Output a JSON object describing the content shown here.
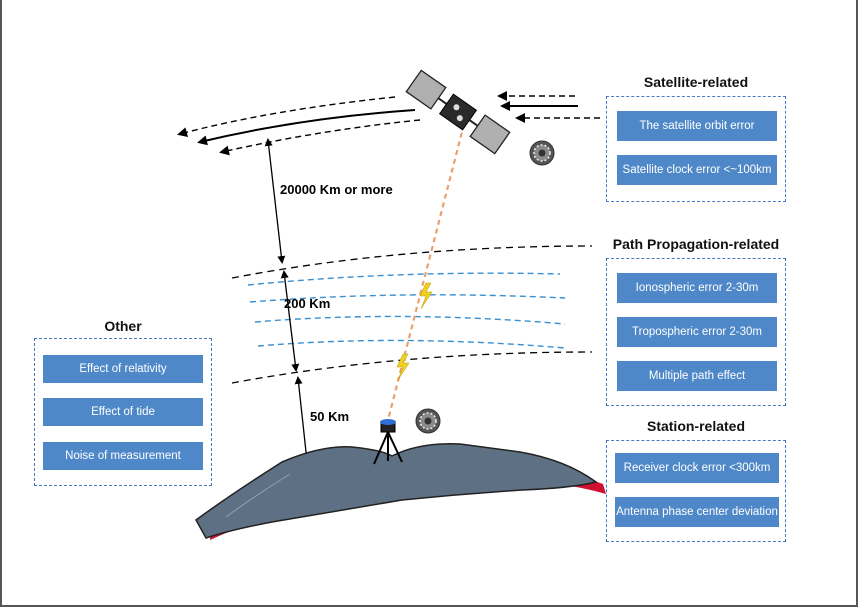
{
  "groups": {
    "satellite": {
      "title": "Satellite-related",
      "items": [
        "The satellite orbit error",
        "Satellite clock error <~100km"
      ]
    },
    "path": {
      "title": "Path Propagation-related",
      "items": [
        "Ionospheric error 2-30m",
        "Tropospheric error 2-30m",
        "Multiple path effect"
      ]
    },
    "station": {
      "title": "Station-related",
      "items": [
        "Receiver clock error <300km",
        "Antenna phase center deviation"
      ]
    },
    "other": {
      "title": "Other",
      "items": [
        "Effect of relativity",
        "Effect of tide",
        "Noise of measurement"
      ]
    }
  },
  "altitudes": [
    "20000 Km or more",
    "200 Km",
    "50 Km"
  ],
  "colors": {
    "item_fill": "#4f88c8",
    "group_border": "#4a78c4",
    "signal": "#e8a070",
    "ionosphere_lines": "#3a8fcf",
    "land": "#5e7184",
    "land_edge": "#d01030",
    "lightning": "#f0d020"
  },
  "icons": [
    "satellite-icon",
    "gear-icon",
    "receiver-antenna-icon",
    "lightning-icon"
  ]
}
